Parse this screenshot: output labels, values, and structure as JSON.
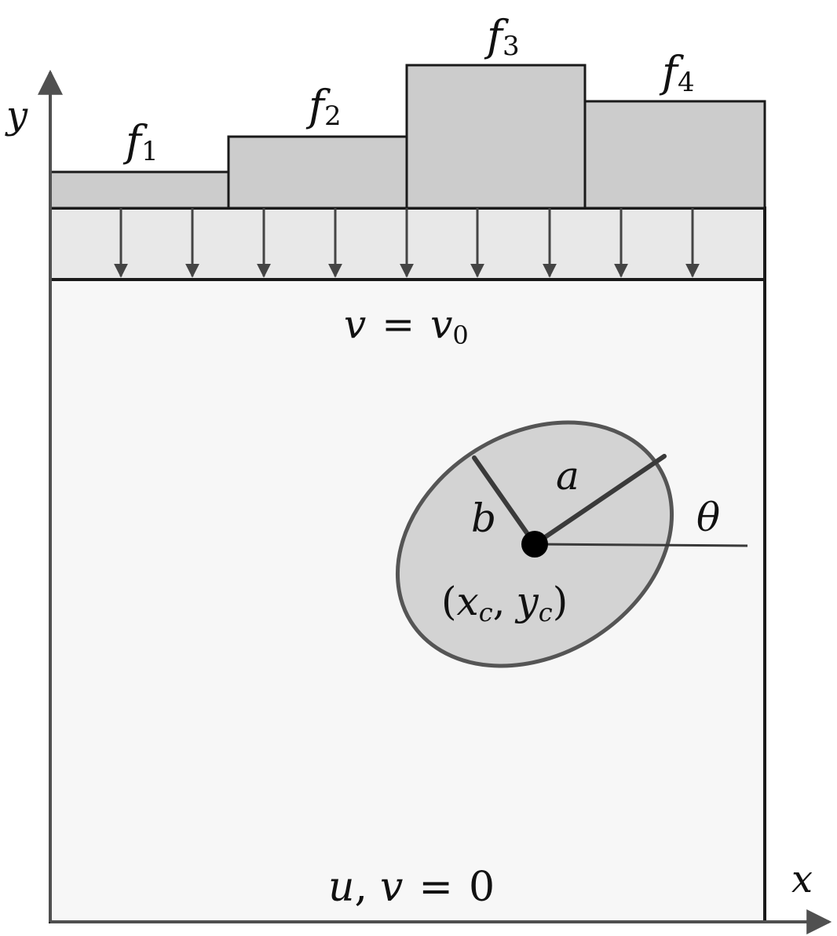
{
  "labels": {
    "y_axis": "y",
    "x_axis": "x",
    "force_1": "f",
    "force_1_sub": "1",
    "force_2": "f",
    "force_2_sub": "2",
    "force_3": "f",
    "force_3_sub": "3",
    "force_4": "f",
    "force_4_sub": "4",
    "top_bc_lhs": "v",
    "top_bc_eq": "=",
    "top_bc_rhs": "v",
    "top_bc_rhs_sub": "0",
    "bottom_bc_u": "u",
    "bottom_bc_comma": ",",
    "bottom_bc_v": "v",
    "bottom_bc_eq": "=",
    "bottom_bc_zero": "0",
    "semi_axis_a": "a",
    "semi_axis_b": "b",
    "angle": "θ",
    "center_open": "(",
    "center_x": "x",
    "center_x_sub": "c",
    "center_comma": ",",
    "center_y": "y",
    "center_y_sub": "c",
    "center_close": ")"
  },
  "colors": {
    "domain_fill": "#f7f7f7",
    "load_band_fill": "#e8e8e8",
    "step_fill": "#cccccc",
    "ellipse_fill": "#d3d3d3",
    "stroke": "#1a1a1a",
    "axis": "#505050"
  },
  "arrow_count": 9
}
